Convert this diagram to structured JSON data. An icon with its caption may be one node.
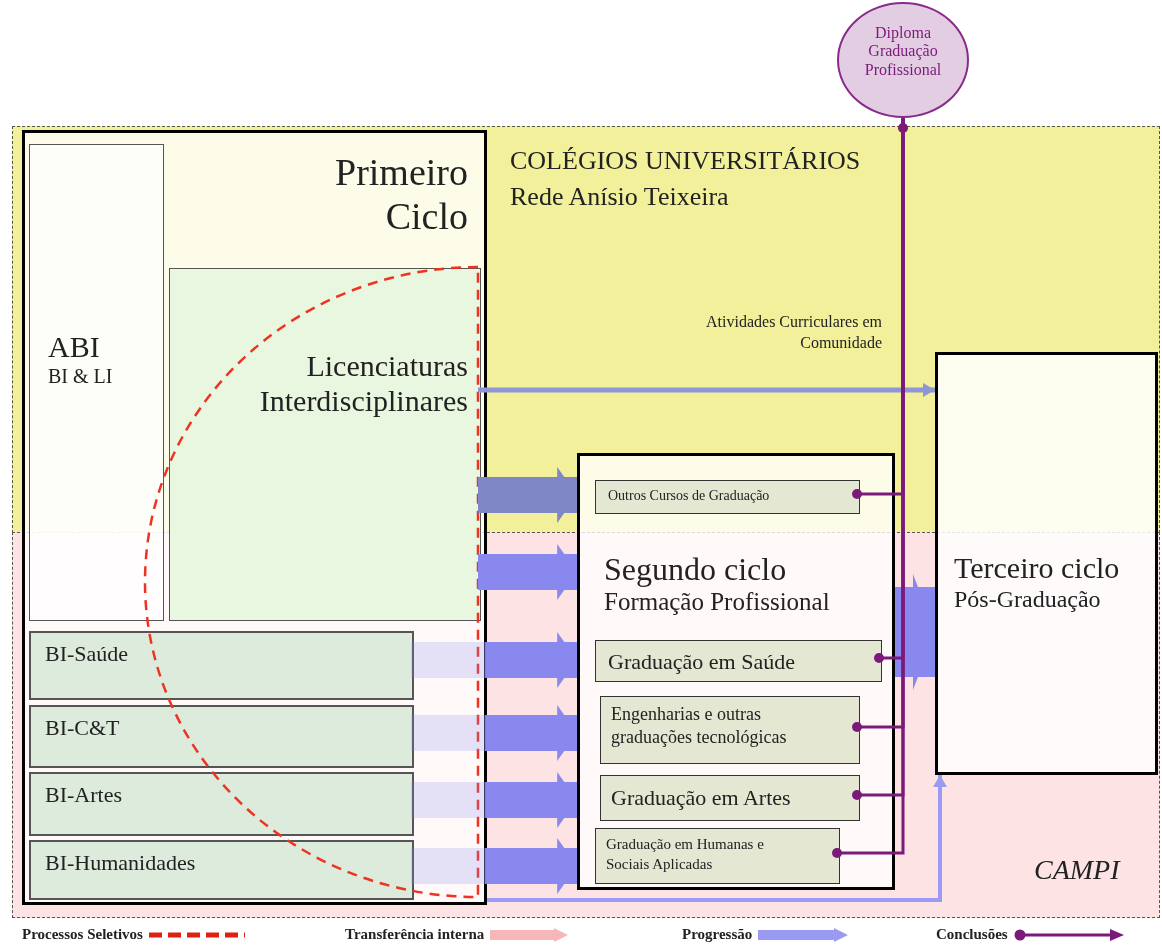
{
  "diagram": {
    "nodes": [
      {
        "text": [
          "Primeiro Ciclo"
        ]
      },
      {
        "text": [
          "ABI",
          "BI & LI"
        ],
        "in": 0
      },
      {
        "text": [
          "Licenciaturas Interdisciplinares"
        ],
        "in": 0
      },
      {
        "text": [
          "BI-Saúde"
        ],
        "in": 0
      },
      {
        "text": [
          "BI-C&T"
        ],
        "in": 0
      },
      {
        "text": [
          "BI-Artes"
        ],
        "in": 0
      },
      {
        "text": [
          "BI-Humanidades"
        ],
        "in": 0
      },
      {
        "text": [
          "Segundo ciclo",
          "Formação Profissional"
        ]
      },
      {
        "text": [
          "Outros Cursos de Graduação"
        ],
        "in": 7
      },
      {
        "text": [
          "Graduação em Saúde"
        ],
        "in": 7
      },
      {
        "text": [
          "Engenharias e outras graduações tecnológicas"
        ],
        "in": 7
      },
      {
        "text": [
          "Graduação em Artes"
        ],
        "in": 7
      },
      {
        "text": [
          "Graduação em Humanas e Sociais Aplicadas"
        ],
        "in": 7
      },
      {
        "text": [
          "Terceiro ciclo",
          "Pós-Graduação"
        ]
      },
      {
        "text": [
          "Diploma Graduação Profissional"
        ]
      }
    ],
    "edges": [
      {
        "from": 2,
        "to": 13,
        "arrow": "to",
        "label": "Atividades Curriculares em Comunidade",
        "color": "#8e96d6"
      },
      {
        "from": 2,
        "to": 7,
        "arrow": "to",
        "style": "thick",
        "color": "#7f87c6"
      },
      {
        "from": 2,
        "to": 7,
        "arrow": "to",
        "style": "thick",
        "color": "#8888ee"
      },
      {
        "from": 3,
        "to": 7,
        "arrow": "to",
        "style": "thick",
        "color": "#8888ee"
      },
      {
        "from": 4,
        "to": 7,
        "arrow": "to",
        "style": "thick",
        "color": "#8888ee"
      },
      {
        "from": 5,
        "to": 7,
        "arrow": "to",
        "style": "thick",
        "color": "#8888ee"
      },
      {
        "from": 6,
        "to": 7,
        "arrow": "to",
        "style": "thick",
        "color": "#8888ee"
      },
      {
        "from": 7,
        "to": 13,
        "arrow": "to",
        "style": "thick",
        "color": "#8888ee"
      },
      {
        "from": 0,
        "to": 13,
        "arrow": "to",
        "color": "#9b9bf5"
      },
      {
        "from": 8,
        "to": 14,
        "arrow": "other",
        "color": "#7b1a7b"
      },
      {
        "from": 9,
        "to": 14,
        "arrow": "other",
        "color": "#7b1a7b"
      },
      {
        "from": 10,
        "to": 14,
        "arrow": "other",
        "color": "#7b1a7b"
      },
      {
        "from": 11,
        "to": 14,
        "arrow": "other",
        "color": "#7b1a7b"
      },
      {
        "from": 12,
        "to": 14,
        "arrow": "other",
        "color": "#7b1a7b"
      }
    ],
    "labels": [
      "COLÉGIOS UNIVERSITÁRIOS",
      "Rede Anísio Teixeira",
      "CAMPI"
    ],
    "legend": [
      {
        "text": "Processos Seletivos"
      },
      {
        "text": "Transferência interna"
      },
      {
        "text": "Progressão"
      },
      {
        "text": "Conclusões"
      }
    ]
  }
}
